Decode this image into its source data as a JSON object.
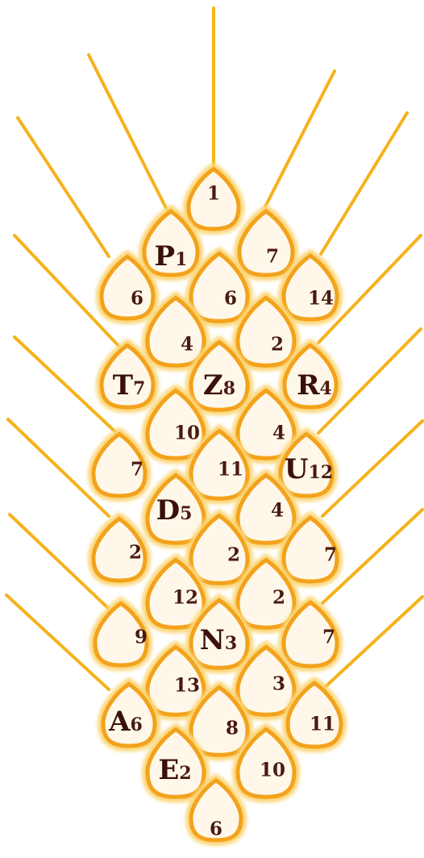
{
  "game": {
    "board_style": "wheat-ear",
    "colors": {
      "stem": "#f5b21b",
      "kernel_border": "#f3a21c",
      "kernel_glow": "#fbd77a",
      "kernel_fill": "#fff8ea",
      "text": "#4a1a10"
    },
    "tiles": [
      {
        "id": "t1",
        "letter": "",
        "value": "1"
      },
      {
        "id": "t2",
        "letter": "P",
        "value": "1"
      },
      {
        "id": "t3",
        "letter": "",
        "value": "7"
      },
      {
        "id": "t4",
        "letter": "",
        "value": "6"
      },
      {
        "id": "t5",
        "letter": "",
        "value": "6"
      },
      {
        "id": "t6",
        "letter": "",
        "value": "14"
      },
      {
        "id": "t7",
        "letter": "",
        "value": "4"
      },
      {
        "id": "t8",
        "letter": "",
        "value": "2"
      },
      {
        "id": "t9",
        "letter": "T",
        "value": "7"
      },
      {
        "id": "t10",
        "letter": "Z",
        "value": "8"
      },
      {
        "id": "t11",
        "letter": "R",
        "value": "4"
      },
      {
        "id": "t12",
        "letter": "",
        "value": "10"
      },
      {
        "id": "t13",
        "letter": "",
        "value": "4"
      },
      {
        "id": "t14",
        "letter": "",
        "value": "7"
      },
      {
        "id": "t15",
        "letter": "",
        "value": "11"
      },
      {
        "id": "t16",
        "letter": "U",
        "value": "12"
      },
      {
        "id": "t17",
        "letter": "D",
        "value": "5"
      },
      {
        "id": "t18",
        "letter": "",
        "value": "4"
      },
      {
        "id": "t19",
        "letter": "",
        "value": "2"
      },
      {
        "id": "t20",
        "letter": "",
        "value": "2"
      },
      {
        "id": "t21",
        "letter": "",
        "value": "7"
      },
      {
        "id": "t22",
        "letter": "",
        "value": "12"
      },
      {
        "id": "t23",
        "letter": "",
        "value": "2"
      },
      {
        "id": "t24",
        "letter": "",
        "value": "9"
      },
      {
        "id": "t25",
        "letter": "N",
        "value": "3"
      },
      {
        "id": "t26",
        "letter": "",
        "value": "7"
      },
      {
        "id": "t27",
        "letter": "",
        "value": "13"
      },
      {
        "id": "t28",
        "letter": "",
        "value": "3"
      },
      {
        "id": "t29",
        "letter": "A",
        "value": "6"
      },
      {
        "id": "t30",
        "letter": "",
        "value": "8"
      },
      {
        "id": "t31",
        "letter": "",
        "value": "11"
      },
      {
        "id": "t32",
        "letter": "E",
        "value": "2"
      },
      {
        "id": "t33",
        "letter": "",
        "value": "10"
      },
      {
        "id": "t34",
        "letter": "",
        "value": "6"
      }
    ]
  }
}
